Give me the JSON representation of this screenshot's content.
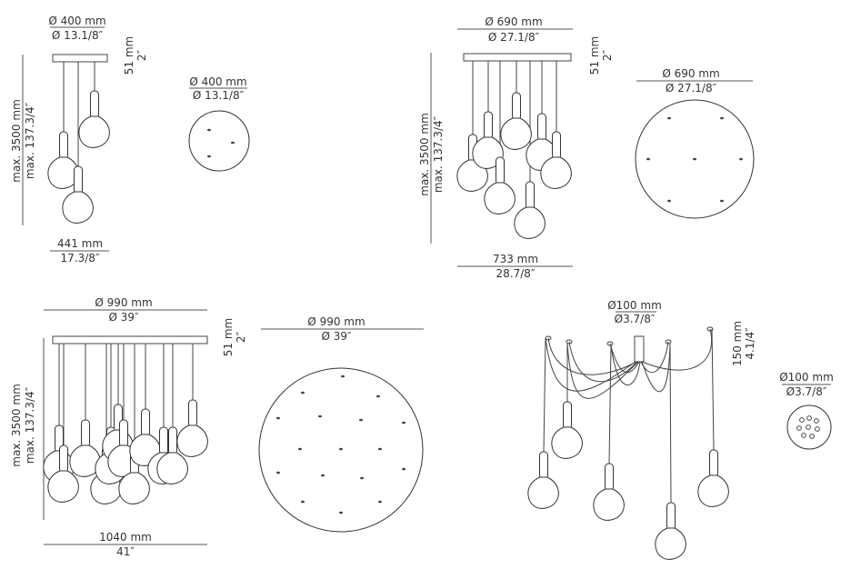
{
  "units": {
    "d400_mm": "Ø 400 mm",
    "d400_in": "Ø 13.1/8″",
    "d690_mm": "Ø 690 mm",
    "d690_in": "Ø 27.1/8″",
    "d990_mm": "Ø 990 mm",
    "d990_in": "Ø 39″",
    "d100_mm": "Ø100 mm",
    "d100_in": "Ø3.7/8″",
    "h51_mm": "51 mm",
    "h51_in": "2″",
    "hmax_mm": "max. 3500 mm",
    "hmax_in": "max. 137.3/4″",
    "w441_mm": "441 mm",
    "w441_in": "17.3/8″",
    "w733_mm": "733 mm",
    "w733_in": "28.7/8″",
    "w1040_mm": "1040 mm",
    "w1040_in": "41″",
    "h150_mm": "150 mm",
    "h150_in": "4.1/4″"
  }
}
